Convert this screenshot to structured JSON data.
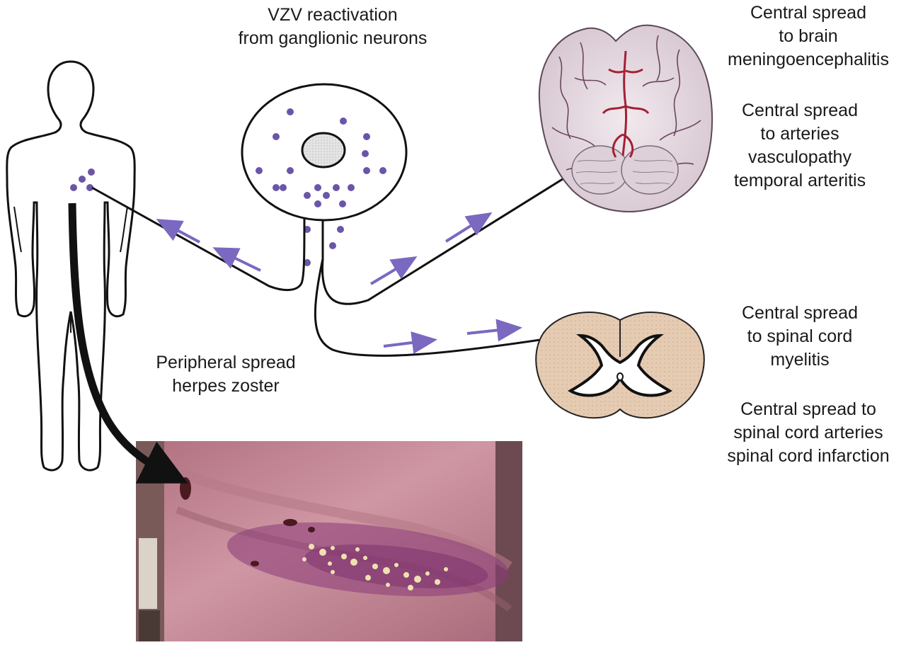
{
  "labels": {
    "reactivation": [
      "VZV reactivation",
      "from ganglionic neurons"
    ],
    "brain": [
      "Central spread",
      "to brain",
      "meningoencephalitis"
    ],
    "arteries": [
      "Central spread",
      "to arteries",
      "vasculopathy",
      "temporal arteritis"
    ],
    "spinal_cord": [
      "Central spread",
      "to spinal cord",
      "myelitis"
    ],
    "spinal_arteries": [
      "Central spread to",
      "spinal cord arteries",
      "spinal cord infarction"
    ],
    "peripheral": [
      "Peripheral spread",
      "herpes zoster"
    ]
  },
  "colors": {
    "virus_dot": "#6b55a8",
    "arrow": "#7b68c0",
    "outline": "#111111",
    "cord_gray_matter": "#e8cdb5",
    "brain_base": "#e9dfe6",
    "brain_vessel": "#a32035",
    "skin": "#c98a98",
    "rash": "#8a3b78",
    "vesicle": "#efe2b0"
  }
}
